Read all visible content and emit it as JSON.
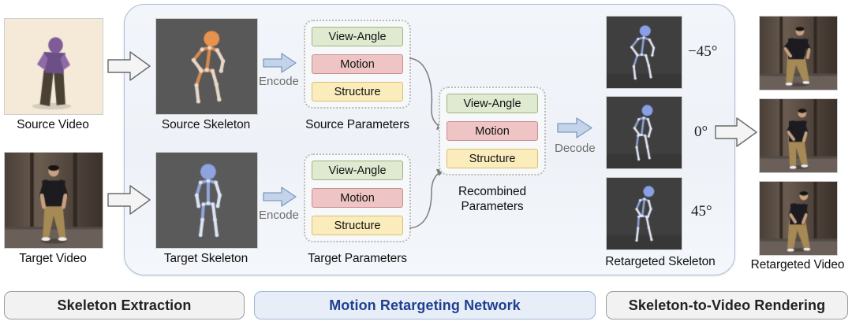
{
  "panel": {
    "name": "Motion Retargeting Network"
  },
  "left_column": {
    "source_video": {
      "caption": "Source Video"
    },
    "target_video": {
      "caption": "Target Video"
    }
  },
  "skeletons": {
    "source": {
      "caption": "Source Skeleton"
    },
    "target": {
      "caption": "Target Skeleton"
    }
  },
  "encode": {
    "label": "Encode"
  },
  "decode": {
    "label": "Decode"
  },
  "parameters": {
    "source": {
      "caption": "Source Parameters",
      "items": [
        "View-Angle",
        "Motion",
        "Structure"
      ]
    },
    "target": {
      "caption": "Target Parameters",
      "items": [
        "View-Angle",
        "Motion",
        "Structure"
      ]
    },
    "recombined": {
      "caption_line1": "Recombined",
      "caption_line2": "Parameters",
      "items": [
        "View-Angle",
        "Motion",
        "Structure"
      ]
    }
  },
  "retargeted_skeleton": {
    "caption": "Retargeted Skeleton",
    "angles": [
      "−45°",
      "0°",
      "45°"
    ]
  },
  "retargeted_video": {
    "caption": "Retargeted Video"
  },
  "stages": [
    {
      "label": "Skeleton Extraction",
      "highlight": false
    },
    {
      "label": "Motion Retargeting Network",
      "highlight": true
    },
    {
      "label": "Skeleton-to-Video Rendering",
      "highlight": false
    }
  ],
  "colors": {
    "view_angle": "#dfead0",
    "motion": "#eec4c4",
    "structure": "#fbecbc",
    "panel_border": "#aebdd4",
    "highlight_text": "#1f3f8f",
    "source_skeleton": "#e08a4e",
    "target_skeleton": "#8a9ee0"
  }
}
